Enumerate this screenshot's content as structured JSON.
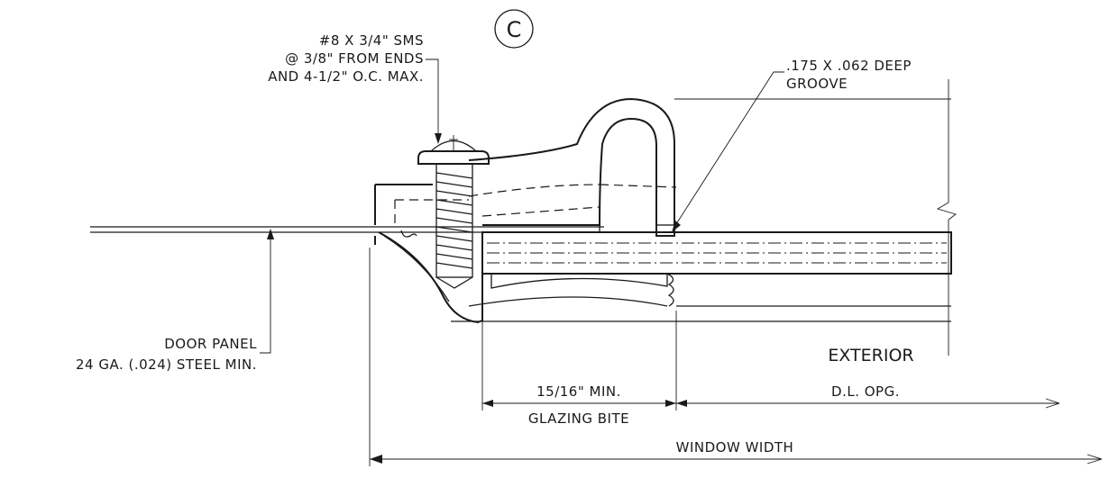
{
  "detail": {
    "marker": "C"
  },
  "labels": {
    "screw_line1": "#8 X 3/4\" SMS",
    "screw_line2": "@ 3/8\" FROM ENDS",
    "screw_line3": "AND 4-1/2\" O.C. MAX.",
    "groove_line1": ".175 X .062 DEEP",
    "groove_line2": "GROOVE",
    "panel_line1": "DOOR PANEL",
    "panel_line2": "24 GA. (.024) STEEL MIN.",
    "exterior": "EXTERIOR",
    "bite_line1": "15/16\" MIN.",
    "bite_line2": "GLAZING BITE",
    "dl_opening": "D.L. OPG.",
    "window_width": "WINDOW WIDTH"
  }
}
